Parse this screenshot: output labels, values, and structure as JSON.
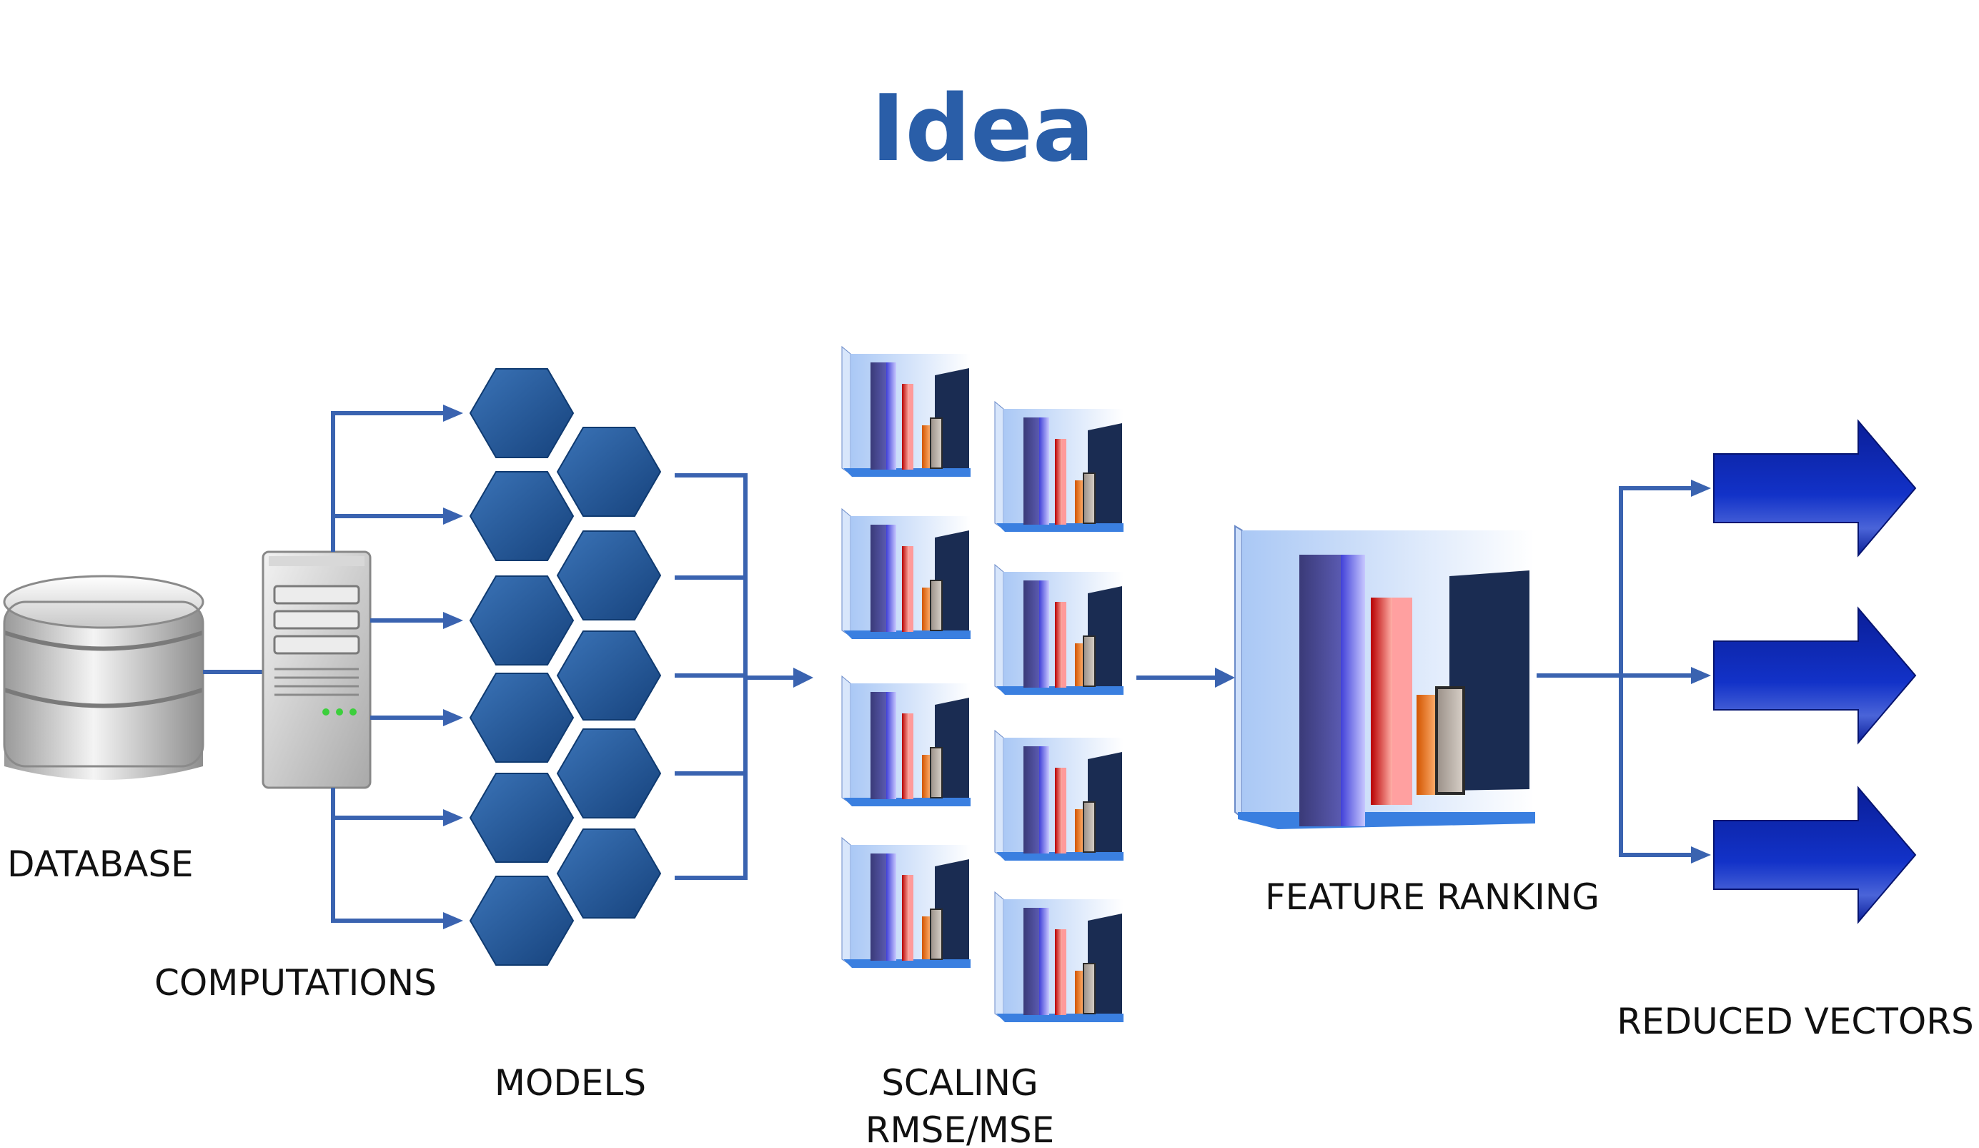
{
  "title": "Idea",
  "labels": {
    "database": "DATABASE",
    "computations": "COMPUTATIONS",
    "models": "MODELS",
    "scaling_line1": "SCALING",
    "scaling_line2": "RMSE/MSE",
    "feature_ranking": "FEATURE RANKING",
    "reduced_vectors": "REDUCED VECTORS"
  },
  "colors": {
    "title": "#2a5ea8",
    "connector": "#3a63b0",
    "hexagon": "#1d4f8f",
    "hexagon_light": "#3b74b8",
    "big_arrow": "#0c23a8",
    "label": "#111111"
  },
  "icons": {
    "database": "database-icon",
    "server": "server-icon",
    "model": "hexagon-icon",
    "chart": "bar-chart-icon",
    "output": "arrow-right-icon"
  }
}
